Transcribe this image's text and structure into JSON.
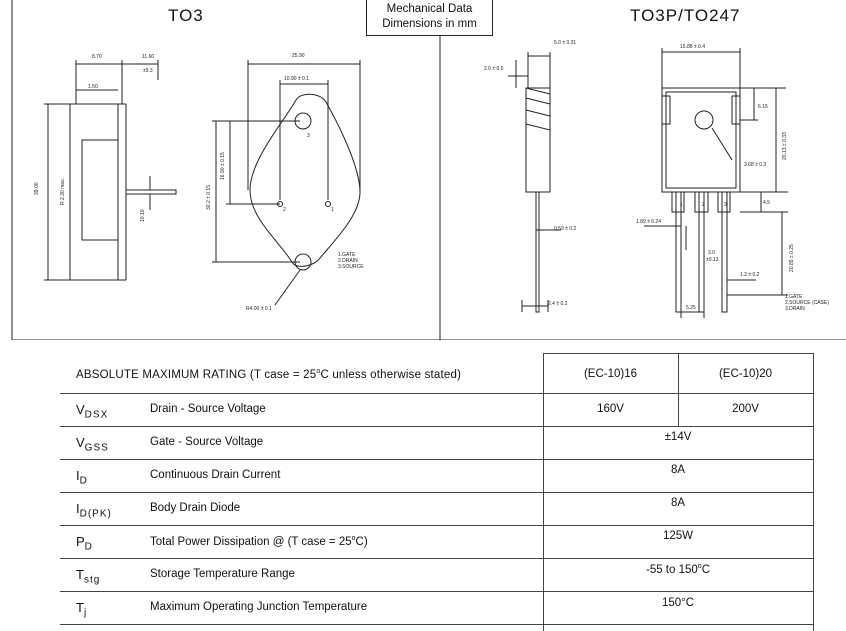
{
  "header": {
    "left_title": "TO3",
    "right_title": "TO3P/TO247",
    "mech_line1": "Mechanical Data",
    "mech_line2": "Dimensions in mm"
  },
  "to3_labels": {
    "d870": "8.70",
    "d1160": "11.60",
    "d93": "±9.3",
    "d150": "1.50",
    "d3900": "39.00",
    "r230": "R 2.30 max.",
    "d1010": "10.10",
    "d2590": "25.90",
    "d1090": "10.90 ± 0.1",
    "d1690": "16.90 ± 0.15",
    "d302": "30.2 ± 0.15",
    "r400": "R4.00 ± 0.1",
    "p1": "1",
    "p2": "2",
    "p3": "3",
    "legend1": "1.GATE",
    "legend2": "2.DRAIN",
    "legend3": "3.SOURCE"
  },
  "to247_labels": {
    "d50": "5.0 ± 0.31",
    "d20": "2.0 ± 0.5",
    "d1588": "15.88 ± 0.4",
    "d615": "6.15",
    "d2013": "20.13 ± 0.33",
    "d368": "3.68 ± 0.3",
    "d45": "4.5",
    "d189": "1.89 ± 0.24",
    "d059": "0.59 ± 0.2",
    "d30": "3.0",
    "d013": "±0.13",
    "d2085": "20.85 ± 0.25",
    "d12": "1.2 ± 0.2",
    "d24": "2.4 ± 0.2",
    "d525": "5.25",
    "p1": "1",
    "p2": "2",
    "p3": "3",
    "legend1": "1.GATE",
    "legend2": "2.SOURCE (CASE)",
    "legend3": "3.DRAIN"
  },
  "table": {
    "title_a": "ABSOLUTE MAXIMUM RATING (T case = 25",
    "title_sup": "o",
    "title_b": "C unless otherwise stated)",
    "col1": "(EC-10)16",
    "col2": "(EC-10)20",
    "rows": [
      {
        "sym": "V",
        "sub": "DSX",
        "desc": "Drain - Source Voltage",
        "v1": "160V",
        "v2": "200V"
      },
      {
        "sym": "V",
        "sub": "GSS",
        "desc": "Gate - Source Voltage",
        "v": "±14V"
      },
      {
        "sym": "I",
        "sub": "D",
        "desc": "Continuous Drain Current",
        "v": "8A"
      },
      {
        "sym": "I",
        "sub": "D(PK)",
        "desc": "Body Drain Diode",
        "v": "8A"
      },
      {
        "sym": "P",
        "sub": "D",
        "desc_a": "Total Power Dissipation @ (T case = 25",
        "desc_sup": "o",
        "desc_b": "C)",
        "v": "125W"
      },
      {
        "sym": "T",
        "sub": "stg",
        "desc": "Storage Temperature Range",
        "v_a": "-55 to 150",
        "v_sup": "o",
        "v_b": "C"
      },
      {
        "sym": "T",
        "sub": "j",
        "desc": "Maximum Operating Junction Temperature",
        "v": "150°C"
      }
    ]
  }
}
